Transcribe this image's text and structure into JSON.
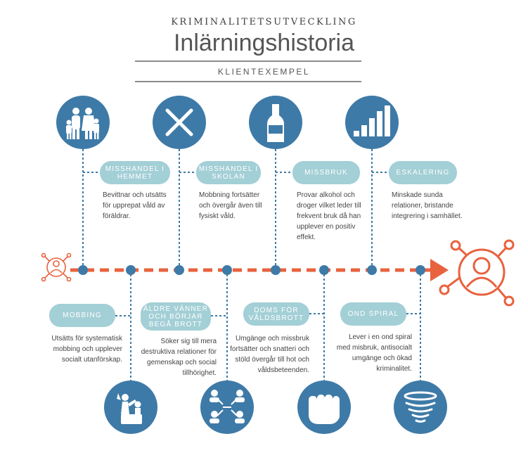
{
  "header": {
    "kicker": "KRIMINALITETSUTVECKLING",
    "title": "Inlärningshistoria",
    "subtitle": "KLIENTEXEMPEL"
  },
  "colors": {
    "blue": "#3e7aa7",
    "pill": "#a3cfd6",
    "orange": "#e8623e",
    "text": "#444444"
  },
  "stages_top": [
    {
      "label": "MISSHANDEL I HEMMET",
      "text": "Bevittnar och utsätts för upprepat våld av föräldrar.",
      "icon": "family-icon"
    },
    {
      "label": "MISSHANDEL I SKOLAN",
      "text": "Mobbning fortsätter och övergår även till fysiskt våld.",
      "icon": "cross-icon"
    },
    {
      "label": "MISSBRUK",
      "text": "Provar alkohol och droger vilket leder till frekvent bruk då han upplever en positiv effekt.",
      "icon": "bottle-icon"
    },
    {
      "label": "ESKALERING",
      "text": "Minskade sunda relationer, bristande integrering i samhället.",
      "icon": "bar-chart-icon"
    }
  ],
  "stages_bottom": [
    {
      "label": "MOBBING",
      "text": "Utsätts för systematisk mobbing och upplever socialt utanförskap.",
      "icon": "bully-icon"
    },
    {
      "label": "ÄLDRE VÄNNER OCH BÖRJAR BEGÅ BROTT",
      "text": "Söker sig till mera destruktiva relationer för gemenskap och social tillhörighet.",
      "icon": "network-icon"
    },
    {
      "label": "DOMS FÖR VÅLDSBROTT",
      "text": "Umgänge och missbruk fortsätter och snatteri och stöld övergår till hot och våldsbeteenden.",
      "icon": "fist-icon"
    },
    {
      "label": "OND SPIRAL",
      "text": "Lever i en ond spiral med misbruk, antisocialt umgänge och ökad kriminalitet.",
      "icon": "tornado-icon"
    }
  ]
}
